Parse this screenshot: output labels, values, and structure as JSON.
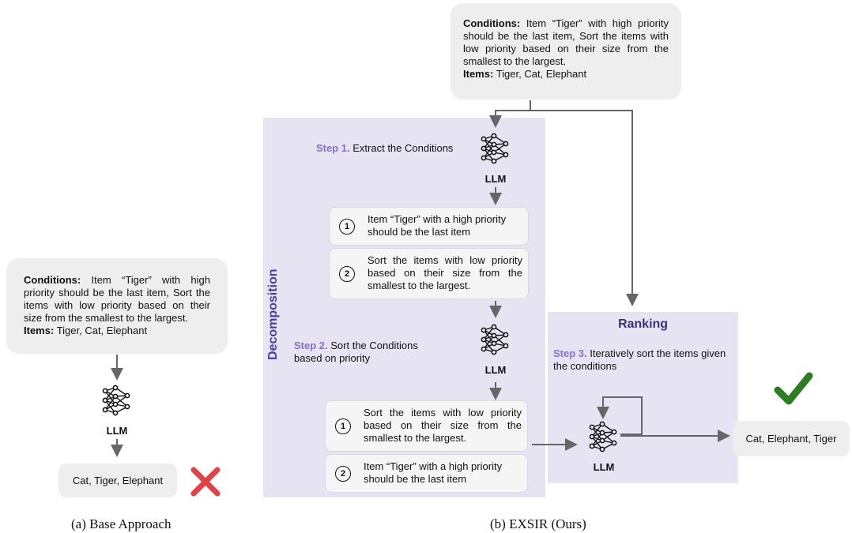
{
  "base": {
    "conditions_label": "Conditions:",
    "conditions_text": "Item “Tiger” with high priority should be the last item, Sort the items with low priority based on their size from the smallest to the largest.",
    "items_label": "Items:",
    "items_text": "Tiger, Cat, Elephant",
    "llm_label": "LLM",
    "output": "Cat, Tiger, Elephant",
    "result_icon": "red-cross-icon",
    "caption": "(a) Base Approach"
  },
  "exsir": {
    "conditions_label": "Conditions:",
    "conditions_text": "Item “Tiger” with high priority should be the last item, Sort the items with low priority based on their size from the smallest to the largest.",
    "items_label": "Items:",
    "items_text": "Tiger, Cat, Elephant",
    "decomposition_title": "Decomposition",
    "step1_label": "Step 1.",
    "step1_text": "Extract the Conditions",
    "llm_label": "LLM",
    "extracted": [
      {
        "num": "1",
        "text": "Item “Tiger” with a high priority should be the last item"
      },
      {
        "num": "2",
        "text": "Sort the items with low priority based on their size from the smallest to the largest."
      }
    ],
    "step2_label": "Step 2.",
    "step2_text": "Sort the Conditions based on priority",
    "sorted": [
      {
        "num": "1",
        "text": "Sort the items with low priority based on their size from the smallest to the largest."
      },
      {
        "num": "2",
        "text": "Item “Tiger” with a high priority should be the last item"
      }
    ],
    "ranking_title": "Ranking",
    "step3_label": "Step 3.",
    "step3_text": "Iteratively sort the items given the conditions",
    "output": "Cat, Elephant, Tiger",
    "result_icon": "green-check-icon",
    "caption": "(b) EXSIR (Ours)"
  },
  "colors": {
    "panel": "#e6e4f3",
    "step_label": "#8a6fc4",
    "decomposition_title": "#4a3aa8",
    "cross": "#e04343",
    "check": "#2f7d22",
    "arrows": "#666666"
  }
}
